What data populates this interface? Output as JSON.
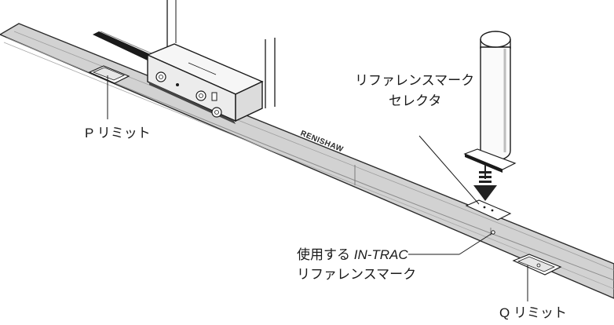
{
  "labels": {
    "p_limit": "P リミット",
    "reference_selector_line1": "リファレンスマーク",
    "reference_selector_line2": "セレクタ",
    "in_trac_prefix": "使用する ",
    "in_trac_name": "IN-TRAC",
    "in_trac_line2": "リファレンスマーク",
    "q_limit": "Q リミット",
    "scale_brand": "RENISHAW"
  },
  "colors": {
    "tape_fill": "#cfcfcf",
    "tape_edge": "#2b2b2b",
    "tape_groove": "#9a9a9a",
    "readhead_body": "#f4f4f4",
    "outline": "#1a1a1a",
    "arrow": "#222222"
  }
}
